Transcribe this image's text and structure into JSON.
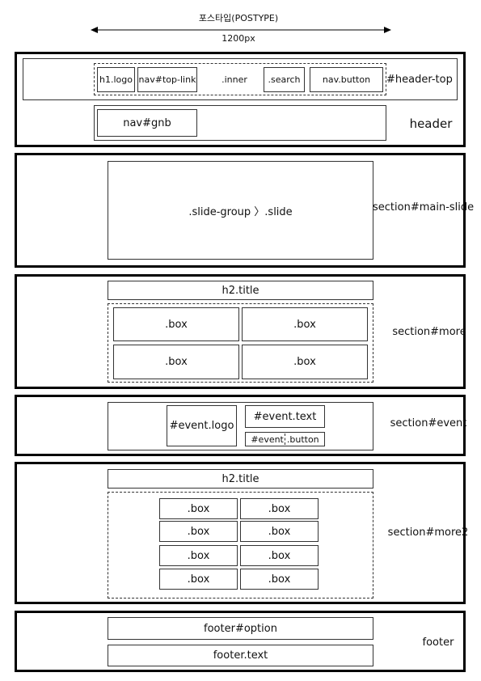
{
  "width_label": {
    "title": "포스타입(POSTYPE)",
    "value": "1200px"
  },
  "header": {
    "label": "header",
    "top": {
      "label": "#header-top",
      "logo": "h1.logo",
      "top_link": "nav#top-link",
      "inner": ".inner",
      "search": ".search",
      "nav_button": "nav.button"
    },
    "gnb": "nav#gnb"
  },
  "main_slide": {
    "label": "section#main-slide",
    "slide": ".slide-group 〉.slide"
  },
  "more": {
    "label": "section#more",
    "title": "h2.title",
    "boxes": [
      ".box",
      ".box",
      ".box",
      ".box"
    ]
  },
  "event": {
    "label": "section#event",
    "logo": "#event.logo",
    "text": "#event.text",
    "button_a": "#event",
    "button_b": ".button"
  },
  "more2": {
    "label": "section#more2",
    "title": "h2.title",
    "boxes": [
      ".box",
      ".box",
      ".box",
      ".box",
      ".box",
      ".box",
      ".box",
      ".box"
    ]
  },
  "footer": {
    "label": "footer",
    "option": "footer#option",
    "text": "footer.text"
  }
}
